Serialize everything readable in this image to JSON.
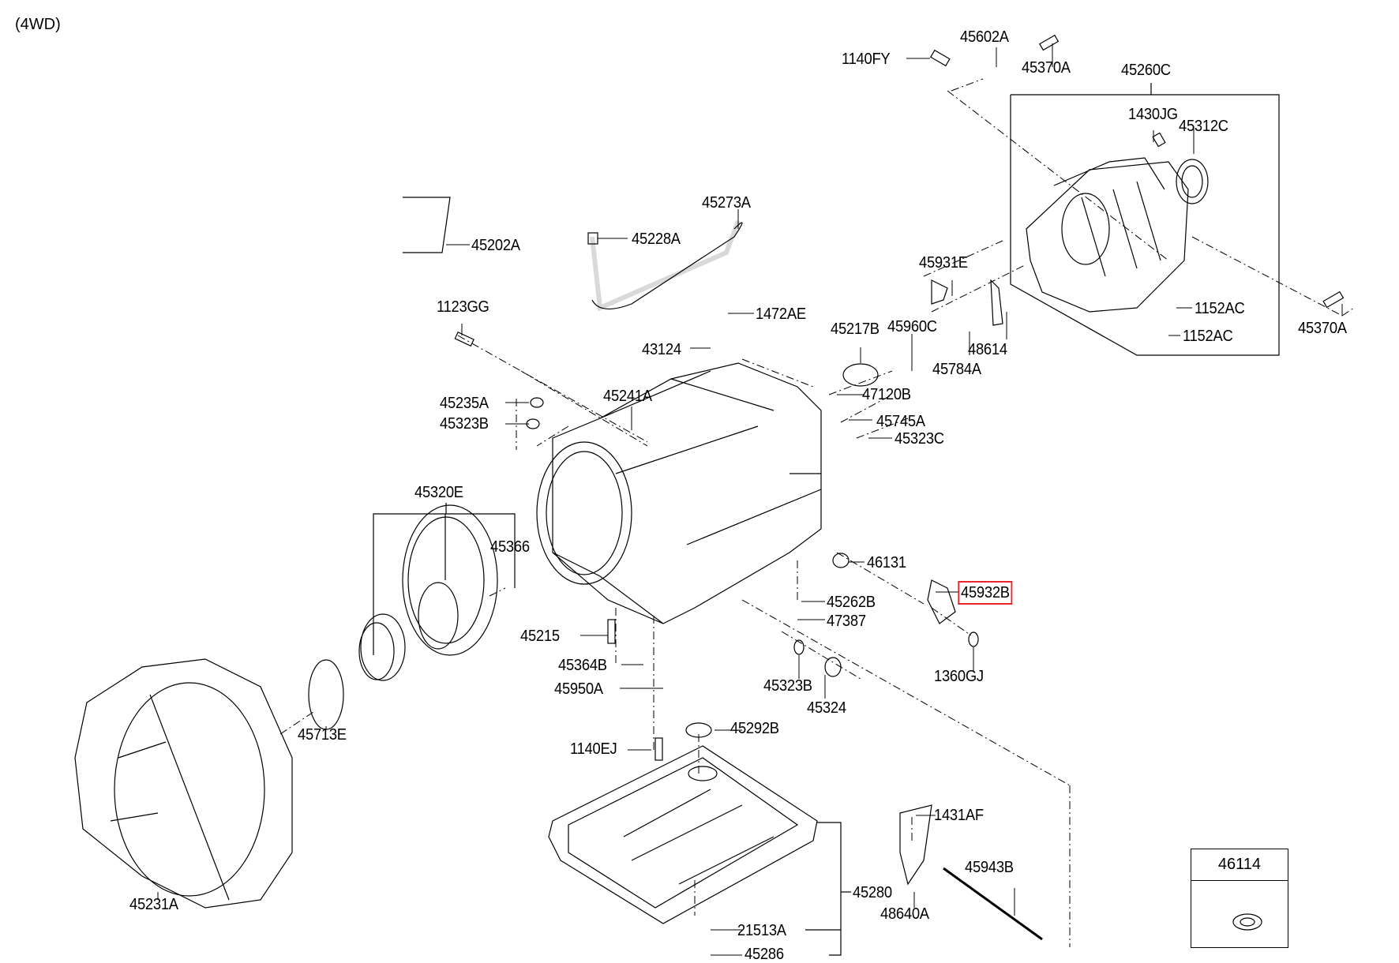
{
  "diagram": {
    "variant_label": "(4WD)",
    "highlight_color": "#e8262f",
    "highlighted_part": "45932B",
    "parts": [
      {
        "id": "p-1140FY",
        "label": "1140FY"
      },
      {
        "id": "p-45602A",
        "label": "45602A"
      },
      {
        "id": "p-45370A-top",
        "label": "45370A"
      },
      {
        "id": "p-45260C",
        "label": "45260C"
      },
      {
        "id": "p-1430JG",
        "label": "1430JG"
      },
      {
        "id": "p-45312C",
        "label": "45312C"
      },
      {
        "id": "p-45273A",
        "label": "45273A"
      },
      {
        "id": "p-45202A",
        "label": "45202A"
      },
      {
        "id": "p-45228A",
        "label": "45228A"
      },
      {
        "id": "p-45931E",
        "label": "45931E"
      },
      {
        "id": "p-1123GG",
        "label": "1123GG"
      },
      {
        "id": "p-1472AE",
        "label": "1472AE"
      },
      {
        "id": "p-1152AC-1",
        "label": "1152AC"
      },
      {
        "id": "p-1152AC-2",
        "label": "1152AC"
      },
      {
        "id": "p-45370A-right",
        "label": "45370A"
      },
      {
        "id": "p-45217B",
        "label": "45217B"
      },
      {
        "id": "p-45960C",
        "label": "45960C"
      },
      {
        "id": "p-48614",
        "label": "48614"
      },
      {
        "id": "p-45784A",
        "label": "45784A"
      },
      {
        "id": "p-43124",
        "label": "43124"
      },
      {
        "id": "p-47120B",
        "label": "47120B"
      },
      {
        "id": "p-45235A",
        "label": "45235A"
      },
      {
        "id": "p-45241A",
        "label": "45241A"
      },
      {
        "id": "p-45323B-top",
        "label": "45323B"
      },
      {
        "id": "p-45745A",
        "label": "45745A"
      },
      {
        "id": "p-45323C",
        "label": "45323C"
      },
      {
        "id": "p-45320E",
        "label": "45320E"
      },
      {
        "id": "p-45366",
        "label": "45366"
      },
      {
        "id": "p-46131",
        "label": "46131"
      },
      {
        "id": "p-45932B",
        "label": "45932B"
      },
      {
        "id": "p-45262B",
        "label": "45262B"
      },
      {
        "id": "p-47387",
        "label": "47387"
      },
      {
        "id": "p-45215",
        "label": "45215"
      },
      {
        "id": "p-45364B",
        "label": "45364B"
      },
      {
        "id": "p-45950A",
        "label": "45950A"
      },
      {
        "id": "p-45323B-bottom",
        "label": "45323B"
      },
      {
        "id": "p-45324",
        "label": "45324"
      },
      {
        "id": "p-1360GJ",
        "label": "1360GJ"
      },
      {
        "id": "p-45713E",
        "label": "45713E"
      },
      {
        "id": "p-45292B",
        "label": "45292B"
      },
      {
        "id": "p-1140EJ",
        "label": "1140EJ"
      },
      {
        "id": "p-1431AF",
        "label": "1431AF"
      },
      {
        "id": "p-45943B",
        "label": "45943B"
      },
      {
        "id": "p-45280",
        "label": "45280"
      },
      {
        "id": "p-48640A",
        "label": "48640A"
      },
      {
        "id": "p-45231A",
        "label": "45231A"
      },
      {
        "id": "p-21513A",
        "label": "21513A"
      },
      {
        "id": "p-45286",
        "label": "45286"
      }
    ],
    "inset": {
      "label": "46114"
    }
  }
}
